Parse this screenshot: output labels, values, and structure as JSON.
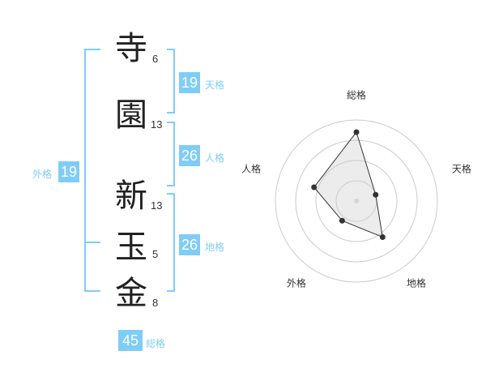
{
  "name": {
    "chars": [
      {
        "char": "寺",
        "strokes": "6"
      },
      {
        "char": "園",
        "strokes": "13"
      },
      {
        "char": "新",
        "strokes": "13"
      },
      {
        "char": "玉",
        "strokes": "5"
      },
      {
        "char": "金",
        "strokes": "8"
      }
    ]
  },
  "kaku": {
    "tenkaku": {
      "value": "19",
      "label": "天格"
    },
    "jinkaku": {
      "value": "26",
      "label": "人格"
    },
    "chikaku": {
      "value": "26",
      "label": "地格"
    },
    "gaikaku": {
      "value": "19",
      "label": "外格"
    },
    "soukaku": {
      "value": "45",
      "label": "総格"
    }
  },
  "colors": {
    "accent": "#7fcdf7",
    "text": "#222222",
    "radar_line": "#333333",
    "ring": "#cccccc"
  },
  "chart_data": {
    "type": "radar",
    "axes": [
      "総格",
      "天格",
      "地格",
      "外格",
      "人格"
    ],
    "values": [
      0.85,
      0.25,
      0.55,
      0.3,
      0.55
    ],
    "rings": 4
  }
}
